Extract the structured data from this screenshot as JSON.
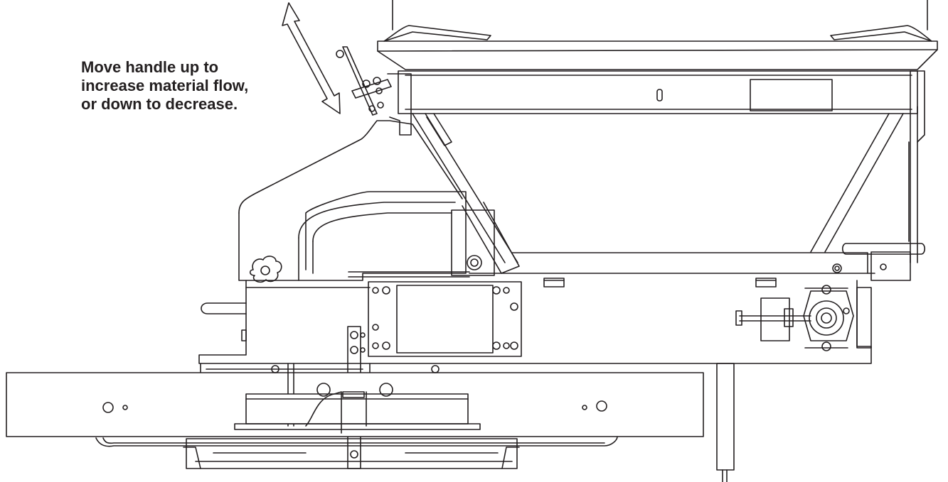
{
  "callout": {
    "line1": "Move handle up to",
    "line2": "increase material flow,",
    "line3": "or down to decrease."
  },
  "colors": {
    "ink": "#231f20",
    "background": "#ffffff"
  },
  "icons": {
    "adjust_arrow": "double-headed-arrow-icon"
  }
}
